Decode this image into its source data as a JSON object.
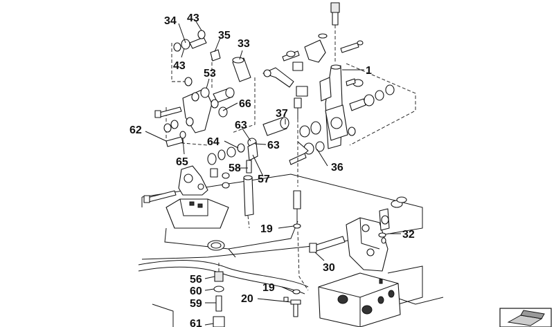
{
  "diagram": {
    "callouts": [
      {
        "id": "c34",
        "label": "34"
      },
      {
        "id": "c43a",
        "label": "43"
      },
      {
        "id": "c35",
        "label": "35"
      },
      {
        "id": "c33",
        "label": "33"
      },
      {
        "id": "c43b",
        "label": "43"
      },
      {
        "id": "c53",
        "label": "53"
      },
      {
        "id": "c1",
        "label": "1"
      },
      {
        "id": "c66",
        "label": "66"
      },
      {
        "id": "c37",
        "label": "37"
      },
      {
        "id": "c62",
        "label": "62"
      },
      {
        "id": "c63a",
        "label": "63"
      },
      {
        "id": "c64",
        "label": "64"
      },
      {
        "id": "c63b",
        "label": "63"
      },
      {
        "id": "c65",
        "label": "65"
      },
      {
        "id": "c36",
        "label": "36"
      },
      {
        "id": "c58",
        "label": "58"
      },
      {
        "id": "c57",
        "label": "57"
      },
      {
        "id": "c19a",
        "label": "19"
      },
      {
        "id": "c32",
        "label": "32"
      },
      {
        "id": "c30",
        "label": "30"
      },
      {
        "id": "c56",
        "label": "56"
      },
      {
        "id": "c60",
        "label": "60"
      },
      {
        "id": "c19b",
        "label": "19"
      },
      {
        "id": "c20",
        "label": "20"
      },
      {
        "id": "c59",
        "label": "59"
      },
      {
        "id": "c61",
        "label": "61"
      }
    ],
    "corner_icon": "folded-sheet-icon"
  }
}
